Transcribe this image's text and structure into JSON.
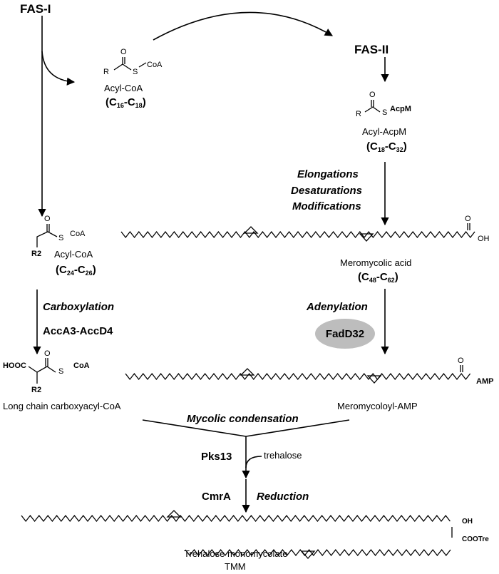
{
  "fas1": "FAS-I",
  "fas2": "FAS-II",
  "acyl_coa_1": {
    "r": "R",
    "s": "S",
    "coa": "CoA",
    "o": "O",
    "label": "Acyl-CoA",
    "range_open": "(C",
    "range_a": "16",
    "range_mid": "-C",
    "range_b": "18",
    "range_close": ")"
  },
  "acyl_acpm": {
    "r": "R",
    "s": "S",
    "acpm": "AcpM",
    "o": "O",
    "label": "Acyl-AcpM",
    "range_open": "(C",
    "range_a": "18",
    "range_mid": "-C",
    "range_b": "32",
    "range_close": ")"
  },
  "elong_steps": [
    "Elongations",
    "Desaturations",
    "Modifications"
  ],
  "meromycolic": {
    "oh": "OH",
    "o": "O",
    "label": "Meromycolic acid",
    "range_open": "(C",
    "range_a": "48",
    "range_mid": "-C",
    "range_b": "62",
    "range_close": ")"
  },
  "acyl_coa_2": {
    "r2": "R2",
    "s": "S",
    "coa": "CoA",
    "o": "O",
    "label": "Acyl-CoA",
    "range_open": "(C",
    "range_a": "24",
    "range_mid": "-C",
    "range_b": "26",
    "range_close": ")"
  },
  "carboxylation": "Carboxylation",
  "acc": "AccA3-AccD4",
  "adenylation": "Adenylation",
  "fadd32": "FadD32",
  "carboxyacyl": {
    "hooc": "HOOC",
    "s": "S",
    "coa": "CoA",
    "o": "O",
    "r2": "R2",
    "label": "Long chain carboxyacyl-CoA"
  },
  "meromycoloyl": {
    "amp": "AMP",
    "o": "O",
    "label": "Meromycoloyl-AMP"
  },
  "mycolic_condensation": "Mycolic condensation",
  "pks13": "Pks13",
  "trehalose": "trehalose",
  "cmra": "CmrA",
  "reduction": "Reduction",
  "tmm": {
    "oh": "OH",
    "cootre": "COOTre",
    "name": "Trehalose monomycolate",
    "abbr": "TMM"
  }
}
